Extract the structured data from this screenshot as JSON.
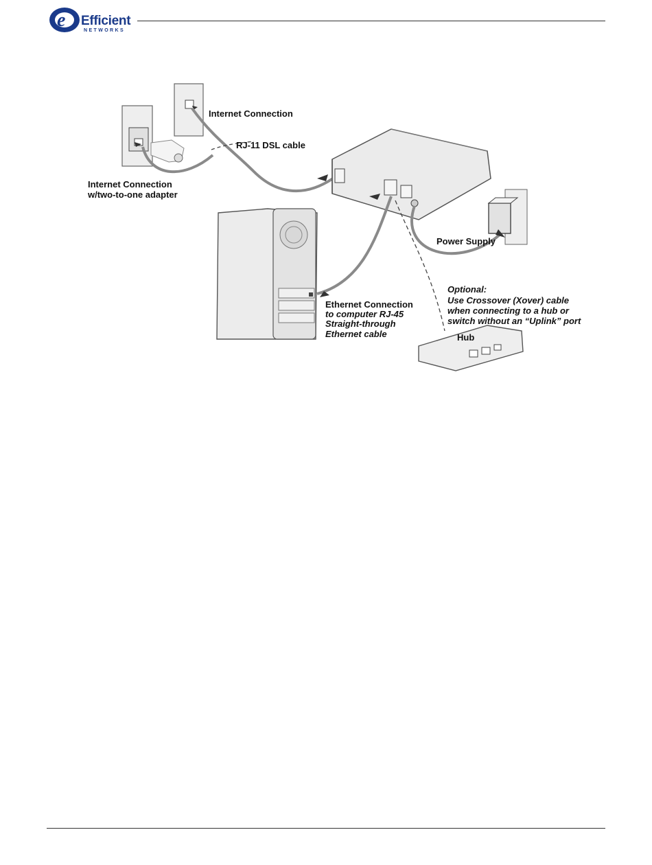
{
  "header": {
    "logo_name": "Efficient",
    "logo_sub": "NETWORKS"
  },
  "diagram": {
    "labels": {
      "internet_connection": "Internet Connection",
      "rj11_cable": "RJ-11 DSL cable",
      "adapter_line1": "Internet Connection",
      "adapter_line2": "w/two-to-one adapter",
      "power_supply": "Power Supply",
      "optional_title": "Optional:",
      "optional_line1": "Use Crossover (Xover) cable",
      "optional_line2": "when connecting to a hub or",
      "optional_line3": "switch without an “Uplink” port",
      "ethernet_line1": "Ethernet Connection",
      "ethernet_line2": "to computer RJ-45",
      "ethernet_line3": "Straight-through",
      "ethernet_line4": "Ethernet cable",
      "hub": "Hub"
    },
    "colors": {
      "device_fill": "#e9e9e9",
      "device_stroke": "#555555",
      "cable": "#8a8a8a",
      "wall": "#eeeeee",
      "logo_blue": "#1a3a8a"
    }
  }
}
